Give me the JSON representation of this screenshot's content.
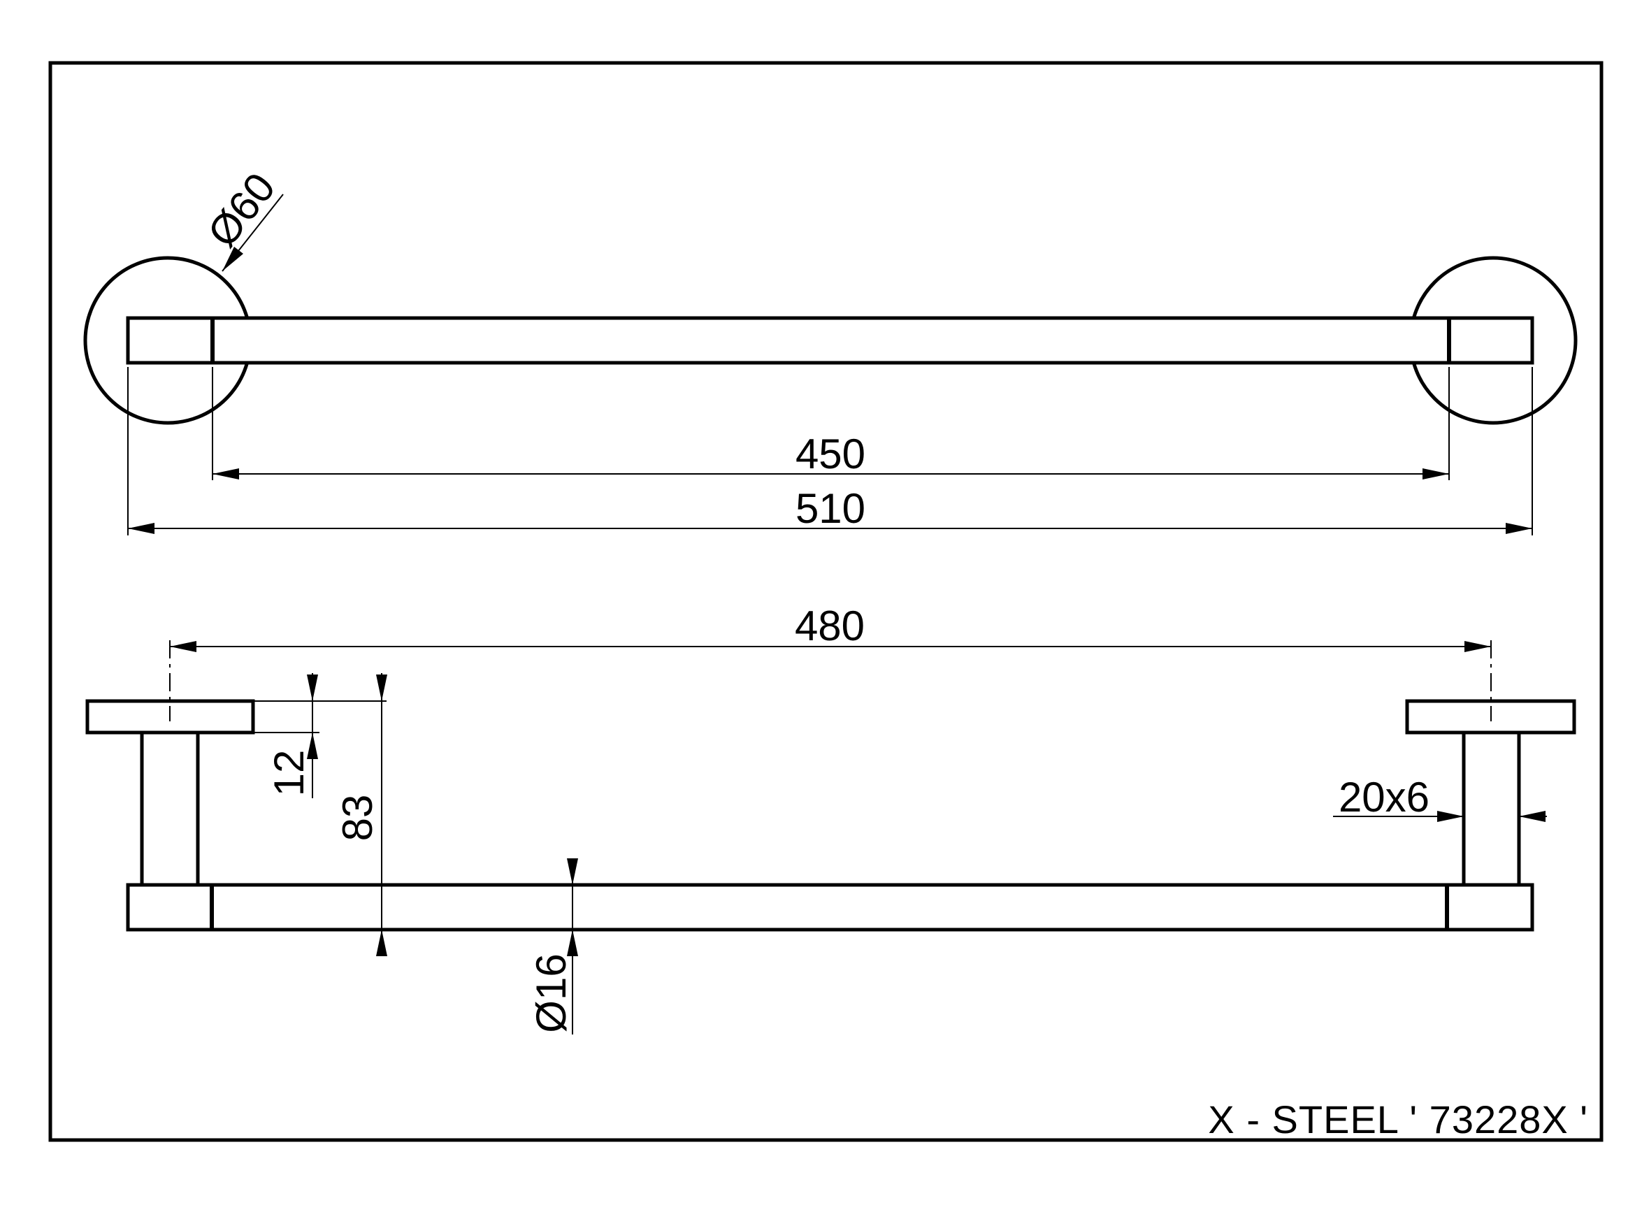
{
  "meta": {
    "background_color": "#ffffff",
    "line_color": "#000000",
    "drawing_type": "technical dimension drawing"
  },
  "title_block": {
    "product_label": "X - STEEL ' 73228X '"
  },
  "top_view": {
    "flange_diameter_label": "Ø60",
    "bar_inner_length_label": "450",
    "bar_overall_length_label": "510"
  },
  "front_view": {
    "mount_center_spacing_label": "480",
    "flange_thickness_label": "12",
    "wall_offset_label": "83",
    "bar_diameter_label": "Ø16",
    "post_section_label": "20x6"
  }
}
